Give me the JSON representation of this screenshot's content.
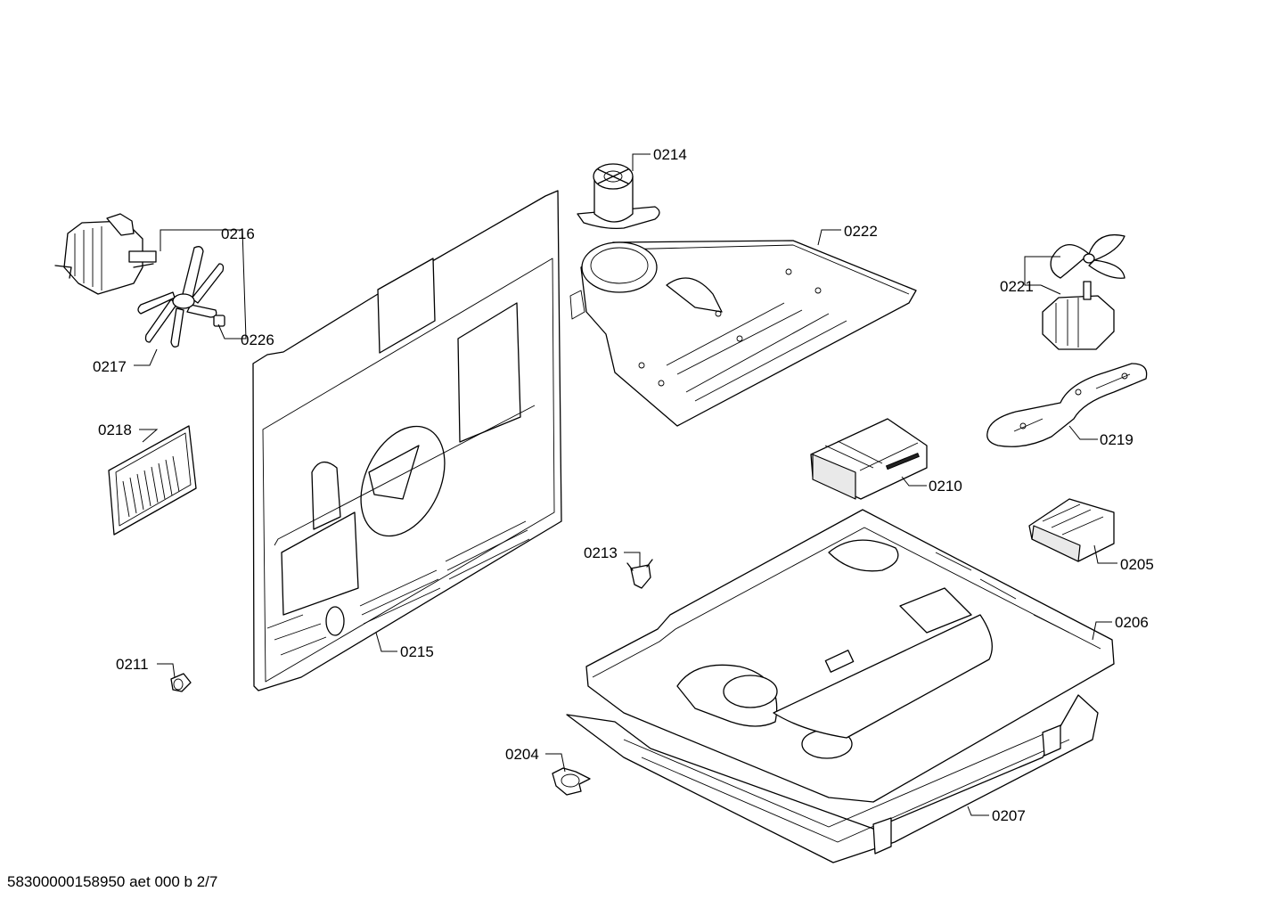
{
  "diagram": {
    "labels": {
      "p0214": "0214",
      "p0216": "0216",
      "p0222": "0222",
      "p0221": "0221",
      "p0226": "0226",
      "p0217": "0217",
      "p0219": "0219",
      "p0218": "0218",
      "p0210": "0210",
      "p0213": "0213",
      "p0205": "0205",
      "p0206": "0206",
      "p0215": "0215",
      "p0211": "0211",
      "p0204": "0204",
      "p0207": "0207"
    },
    "footer": "58300000158950 aet 000 b 2/7"
  }
}
